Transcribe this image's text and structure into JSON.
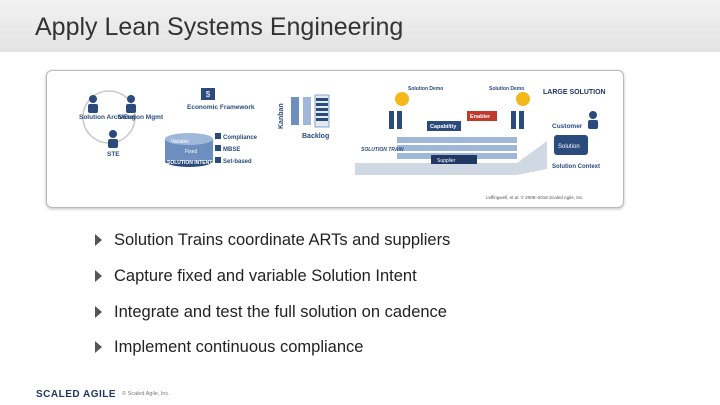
{
  "slide": {
    "title": "Apply Lean Systems Engineering",
    "bullets": [
      "Solution Trains coordinate ARTs and suppliers",
      "Capture fixed and variable Solution Intent",
      "Integrate and test the full solution on cadence",
      "Implement continuous compliance"
    ]
  },
  "diagram": {
    "roles": [
      "Solution Arch/Eng",
      "Solution Mgmt",
      "STE"
    ],
    "economic_framework": "Economic Framework",
    "solution_intent": {
      "variable": "Variable",
      "fixed": "Fixed",
      "label": "SOLUTION INTENT",
      "items": [
        "Compliance",
        "MBSE",
        "Set-based"
      ]
    },
    "kanban": "Kanban",
    "backlog": "Backlog",
    "demo_left": "Solution Demo",
    "demo_right": "Solution Demo",
    "enabler": "Enabler",
    "capability": "Capability",
    "supplier": "Supplier",
    "solution_train": "SOLUTION TRAIN",
    "large_solution": "LARGE SOLUTION",
    "customer": "Customer",
    "solution": "Solution",
    "solution_context": "Solution Context",
    "copyright": "Leffingwell, et al. © 2008–2018 Scaled Agile, Inc."
  },
  "footer": {
    "logo": "SCALED AGILE",
    "copyright": "© Scaled Agile, Inc."
  }
}
